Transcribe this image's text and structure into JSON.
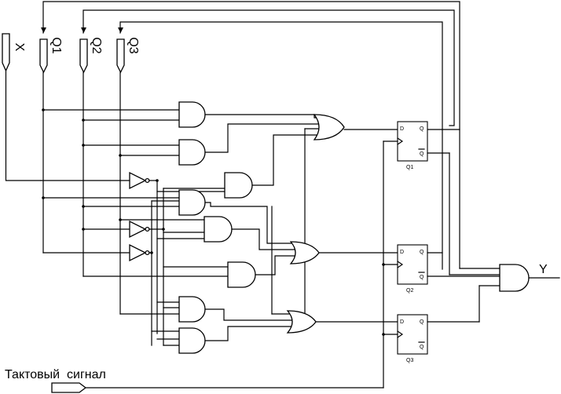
{
  "inputs": {
    "x": "X",
    "q1": "Q1",
    "q2": "Q2",
    "q3": "Q3",
    "clock": "Тактовый  сигнал"
  },
  "flipflops": [
    {
      "name": "Q1",
      "d_pin": "D",
      "q_pin": "Q",
      "nq_pin": "Q"
    },
    {
      "name": "Q2",
      "d_pin": "D",
      "q_pin": "Q",
      "nq_pin": "Q"
    },
    {
      "name": "Q3",
      "d_pin": "D",
      "q_pin": "Q",
      "nq_pin": "Q"
    }
  ],
  "output": {
    "y": "Y"
  }
}
